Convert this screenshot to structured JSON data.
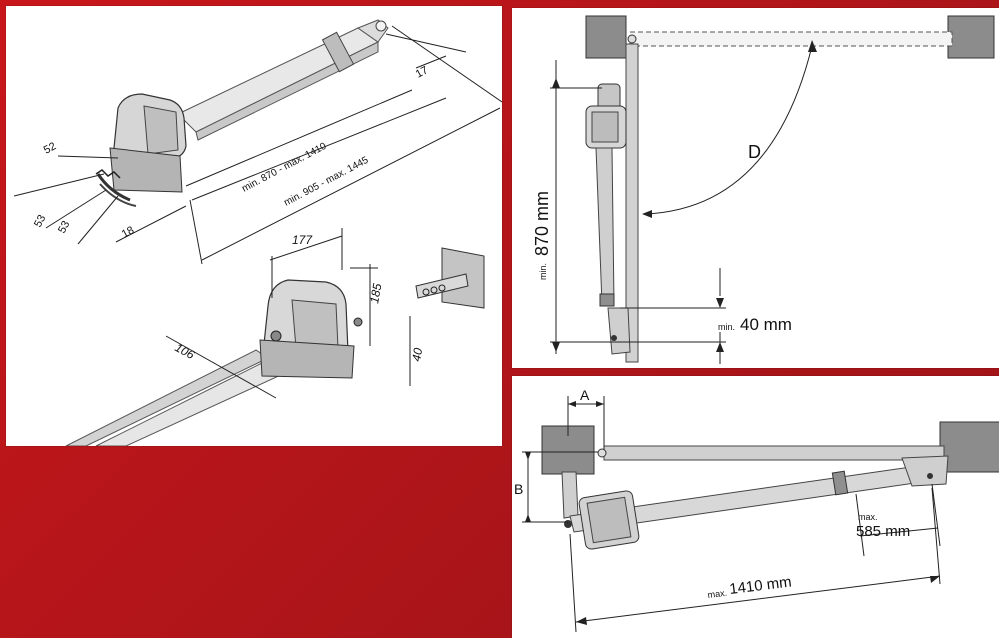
{
  "left_panel": {
    "top_assembly": {
      "dim_17": "17",
      "dim_52": "52",
      "dim_53_a": "53",
      "dim_53_b": "53",
      "dim_18": "18",
      "dim_retracted": "min. 870 - max. 1410",
      "dim_overall": "min. 905 - max. 1445"
    },
    "bottom_assembly": {
      "dim_177": "177",
      "dim_185": "185",
      "dim_106": "106",
      "dim_40": "40"
    }
  },
  "top_right_panel": {
    "angle_label": "D",
    "height_prefix": "min.",
    "height_value": "870 mm",
    "gap_prefix": "min.",
    "gap_value": "40 mm"
  },
  "bottom_right_panel": {
    "label_a": "A",
    "label_b": "B",
    "offset_prefix": "max.",
    "offset_value": "585 mm",
    "length_prefix": "max.",
    "length_value": "1410 mm"
  },
  "colors": {
    "background_red": "#c8171b",
    "panel_white": "#ffffff",
    "part_grey": "#b7b7b7",
    "wall_grey": "#8c8c8c"
  }
}
